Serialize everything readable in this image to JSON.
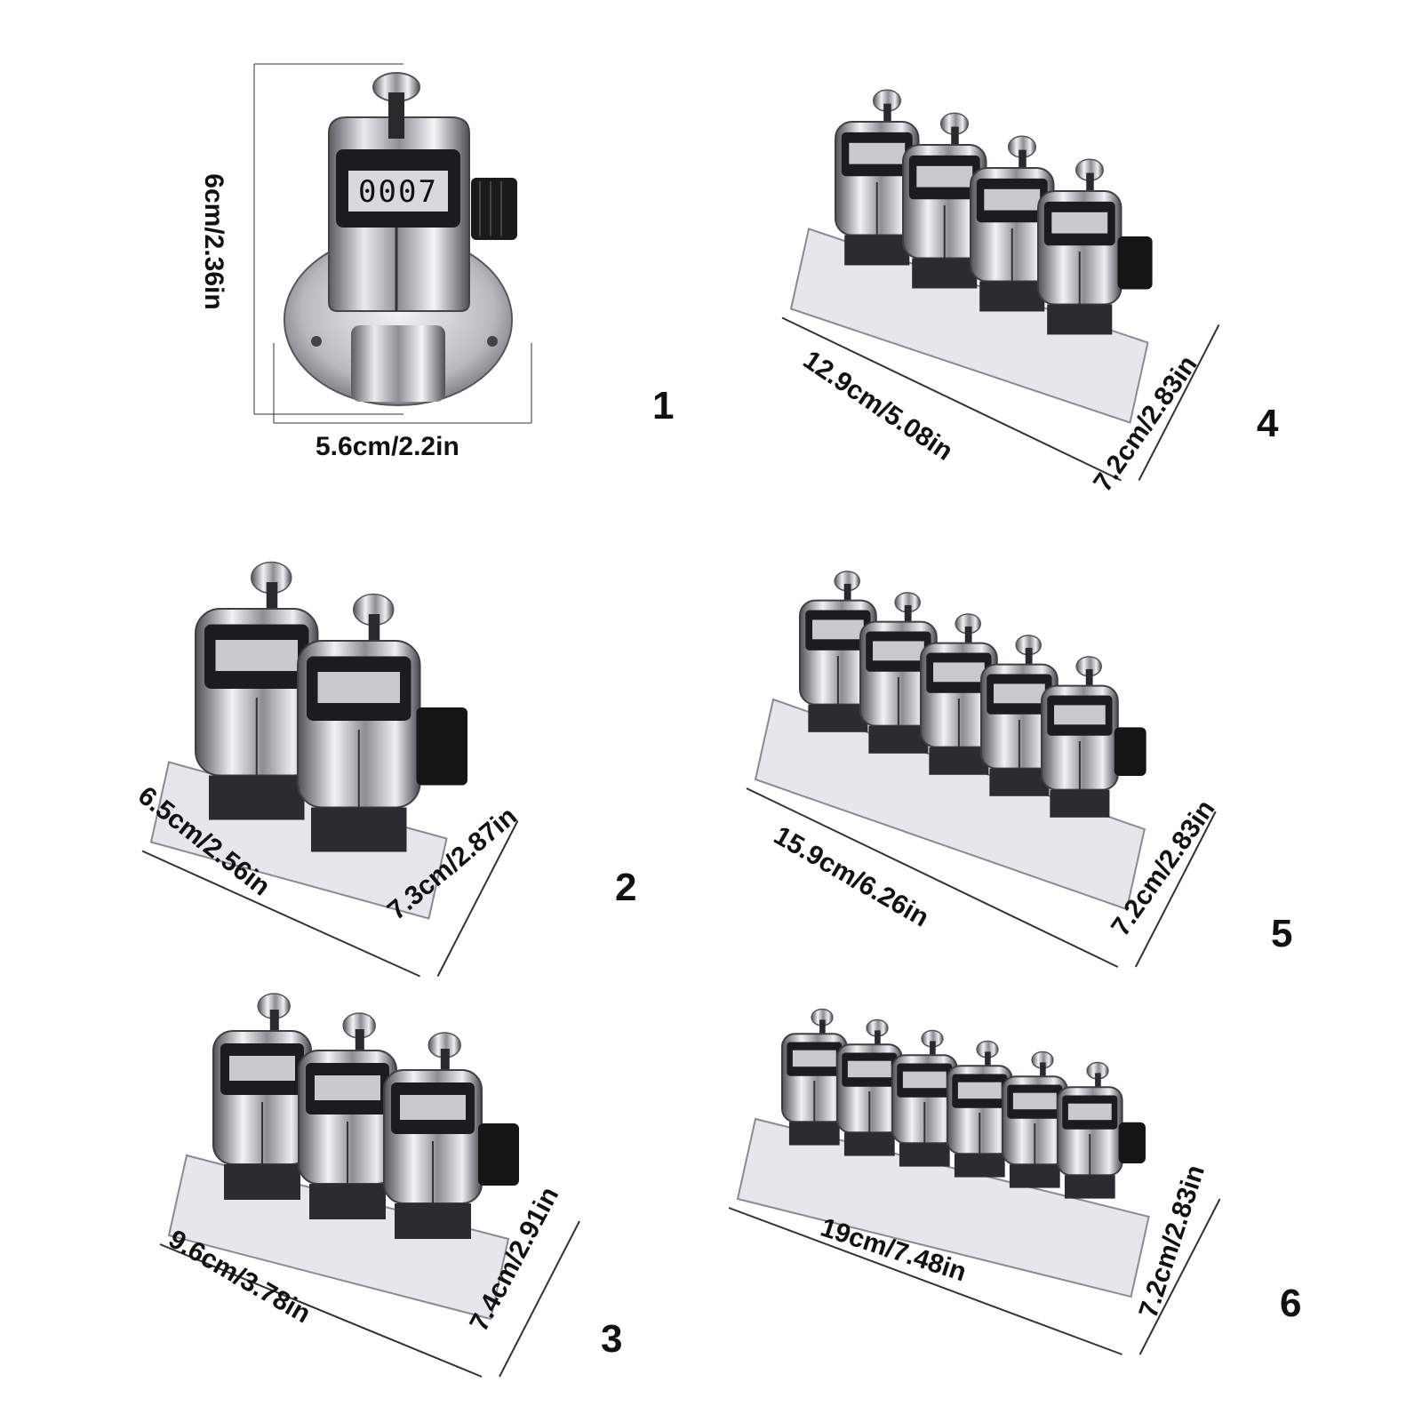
{
  "colors": {
    "chrome": "#c8c9cc",
    "chrome_dark": "#4a4b4f",
    "window": "#1c1c1e",
    "text": "#111111"
  },
  "panels": [
    {
      "number": "1",
      "width": "5.6cm/2.2in",
      "height": "6cm/2.36in",
      "display": "0007",
      "units": 1
    },
    {
      "number": "2",
      "length": "6.5cm/2.56in",
      "depth": "7.3cm/2.87in",
      "units": 2
    },
    {
      "number": "3",
      "length": "9.6cm/3.78in",
      "depth": "7.4cm/2.91in",
      "units": 3
    },
    {
      "number": "4",
      "length": "12.9cm/5.08in",
      "depth": "7.2cm/2.83in",
      "units": 4
    },
    {
      "number": "5",
      "length": "15.9cm/6.26in",
      "depth": "7.2cm/2.83in",
      "units": 5
    },
    {
      "number": "6",
      "length": "19cm/7.48in",
      "depth": "7.2cm/2.83in",
      "units": 6
    }
  ]
}
